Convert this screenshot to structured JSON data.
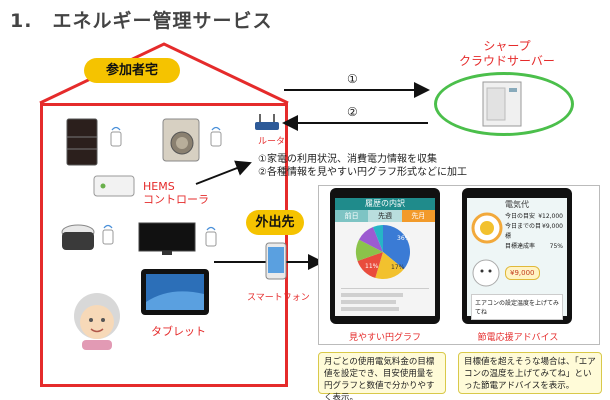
{
  "title": "1.　エネルギー管理サービス",
  "home": {
    "badge": "参加者宅",
    "hems_label_line1": "HEMS",
    "hems_label_line2": "コントローラ",
    "tablet_label": "タブレット"
  },
  "router_label": "ルータ",
  "cloud": {
    "line1": "シャープ",
    "line2": "クラウドサーバー"
  },
  "arrows": {
    "up_num": "①",
    "down_num": "②"
  },
  "descriptions": [
    "①家電の利用状況、消費電力情報を収集",
    "②各種情報を見やすい円グラフ形式などに加工"
  ],
  "outside": {
    "badge": "外出先",
    "smartphone_label": "スマートフォン"
  },
  "phone_left": {
    "caption": "見やすい円グラフ",
    "header": "履歴の内訳",
    "tabs": [
      "前日",
      "先週",
      "先月"
    ],
    "tab_active": "先月",
    "pie_labels": [
      "36%",
      "17%",
      "11%"
    ]
  },
  "phone_right": {
    "caption": "節電応援アドバイス",
    "header": "電気代",
    "rows": [
      {
        "label": "今日の目安",
        "value": "¥12,000"
      },
      {
        "label": "今日までの目標",
        "value": "¥9,000"
      },
      {
        "label": "目標達成率",
        "value": "75%"
      }
    ],
    "advice_value": "¥9,000",
    "message": "エアコンの設定温度を上げてみてね"
  },
  "notes": [
    "月ごとの使用電気料金の目標値を設定でき、目安使用量を円グラフと数値で分かりやすく表示。",
    "目標値を超えそうな場合は、「エアコンの温度を上げてみてね」といった節電アドバイスを表示。"
  ],
  "colors": {
    "red": "#e52b2b",
    "yellow": "#f5c300",
    "green": "#4bbf4b"
  }
}
